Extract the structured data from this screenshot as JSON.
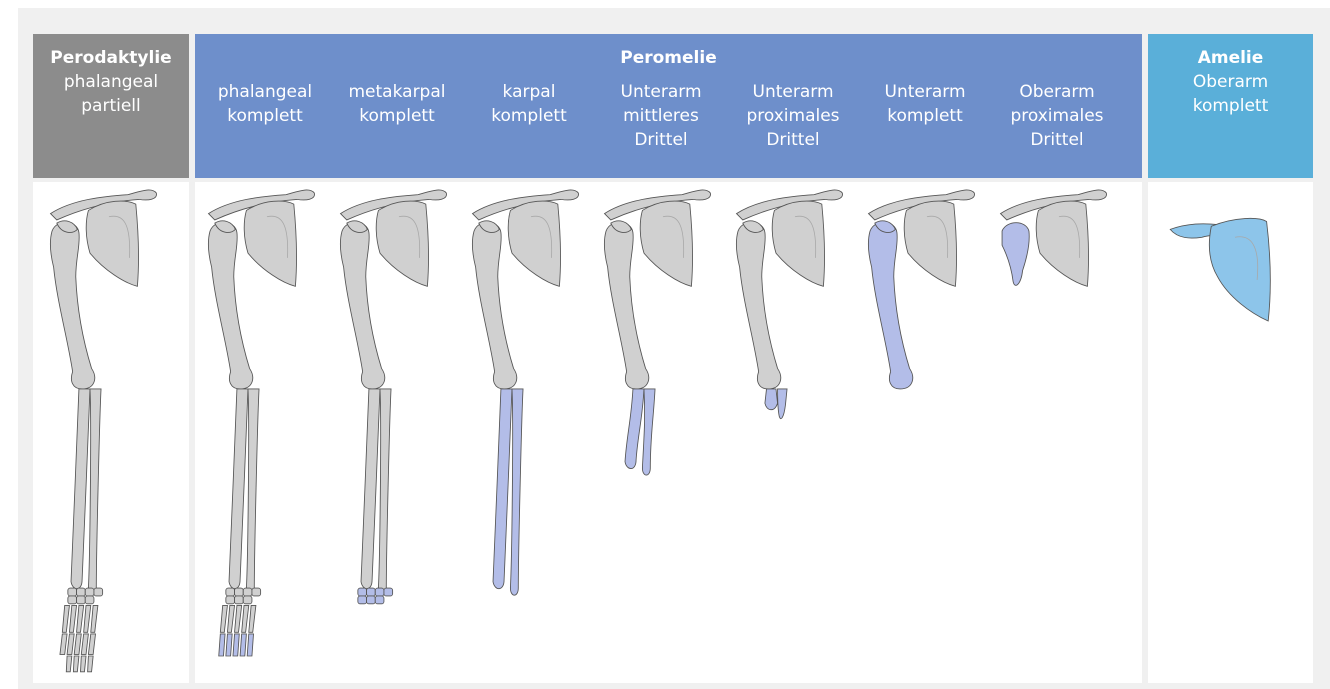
{
  "headers": {
    "perodaktylie": {
      "title": "Perodaktylie",
      "sub1": "phalangeal",
      "sub2": "partiell"
    },
    "peromelie": {
      "title": "Peromelie",
      "columns": [
        {
          "l1": "phalangeal",
          "l2": "komplett",
          "l3": ""
        },
        {
          "l1": "metakarpal",
          "l2": "komplett",
          "l3": ""
        },
        {
          "l1": "karpal",
          "l2": "komplett",
          "l3": ""
        },
        {
          "l1": "Unterarm",
          "l2": "mittleres",
          "l3": "Drittel"
        },
        {
          "l1": "Unterarm",
          "l2": "proximales",
          "l3": "Drittel"
        },
        {
          "l1": "Unterarm",
          "l2": "komplett",
          "l3": ""
        },
        {
          "l1": "Oberarm",
          "l2": "proximales",
          "l3": "Drittel"
        }
      ]
    },
    "amelie": {
      "title": "Amelie",
      "sub1": "Oberarm",
      "sub2": "komplett"
    }
  },
  "colors": {
    "perodaktylie_header": "#8c8c8c",
    "peromelie_header": "#6e8fcb",
    "amelie_header": "#5aafd9",
    "bone": "#d0d0d0",
    "bone_absent_peromelie": "#b3bde8",
    "bone_absent_amelie": "#8dc5ea",
    "background": "#f0f0f0"
  }
}
